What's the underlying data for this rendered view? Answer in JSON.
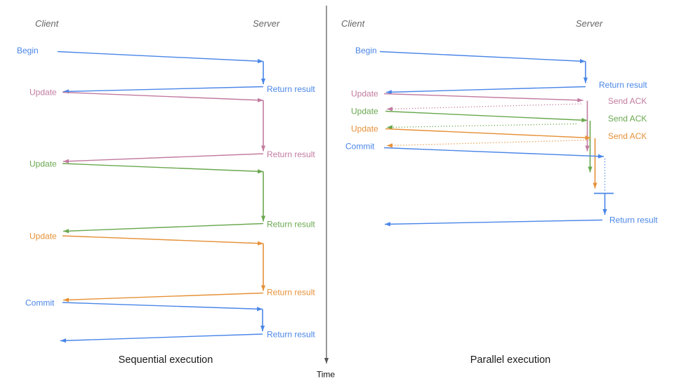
{
  "colors": {
    "blue": "#4a86e8",
    "pink": "#c27ba0",
    "green": "#6aa84f",
    "orange": "#e69138",
    "axis": "#555555",
    "heading": "#666666",
    "title": "#1a1a1a"
  },
  "time_axis": {
    "label": "Time"
  },
  "left": {
    "client": "Client",
    "server": "Server",
    "title": "Sequential execution",
    "ops": [
      {
        "label": "Begin",
        "response": "Return result",
        "color": "blue"
      },
      {
        "label": "Update",
        "response": "Return result",
        "color": "pink"
      },
      {
        "label": "Update",
        "response": "Return result",
        "color": "green"
      },
      {
        "label": "Update",
        "response": "Return result",
        "color": "orange"
      },
      {
        "label": "Commit",
        "response": "Return result",
        "color": "blue"
      }
    ]
  },
  "right": {
    "client": "Client",
    "server": "Server",
    "title": "Parallel execution",
    "ops": [
      {
        "label": "Begin",
        "response": "Return result",
        "color": "blue"
      },
      {
        "label": "Update",
        "response": "Send ACK",
        "color": "pink"
      },
      {
        "label": "Update",
        "response": "Send ACK",
        "color": "green"
      },
      {
        "label": "Update",
        "response": "Send ACK",
        "color": "orange"
      },
      {
        "label": "Commit",
        "response": "Return result",
        "color": "blue"
      }
    ]
  }
}
